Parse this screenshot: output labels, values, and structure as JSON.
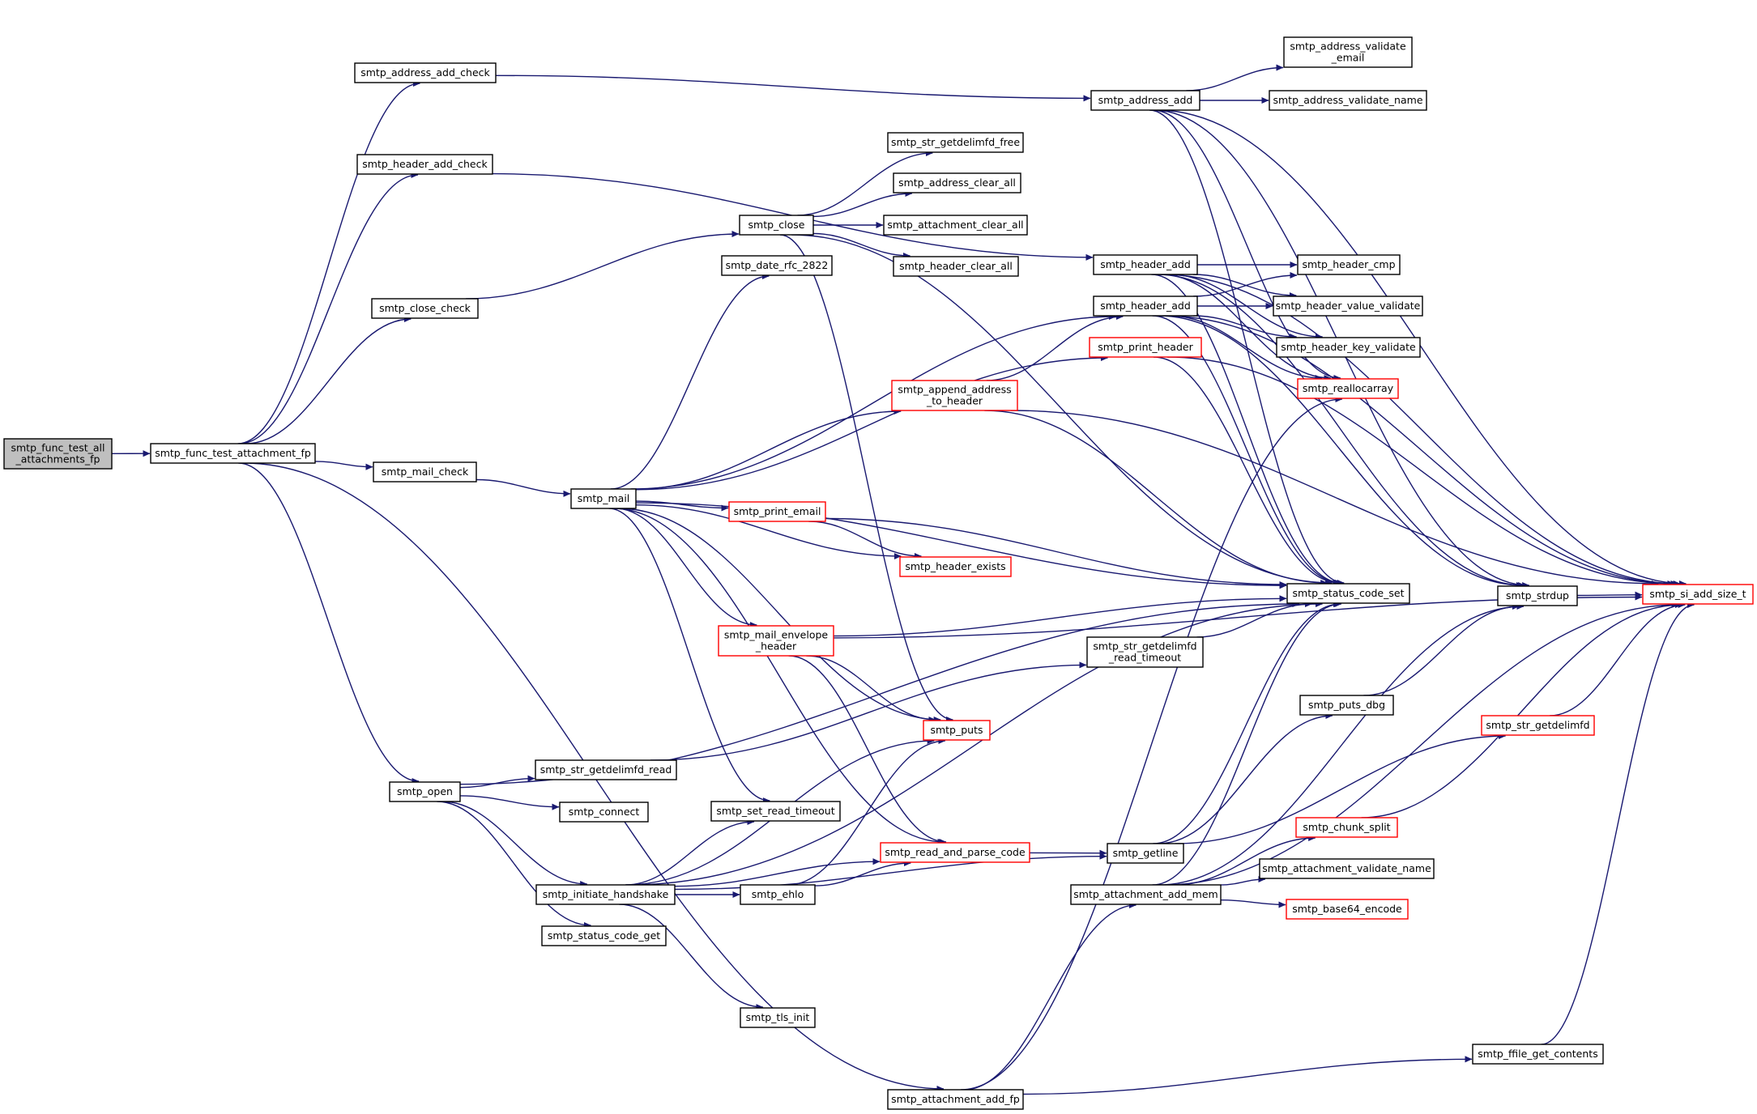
{
  "diagram": {
    "type": "call-graph",
    "edge_color": "#191970",
    "nodes": [
      {
        "id": "root",
        "lines": [
          "smtp_func_test_all",
          "_attachments_fp"
        ],
        "style": "root"
      },
      {
        "id": "test_attachment_fp",
        "lines": [
          "smtp_func_test_attachment_fp"
        ],
        "style": "normal"
      },
      {
        "id": "address_add_check",
        "lines": [
          "smtp_address_add_check"
        ],
        "style": "normal"
      },
      {
        "id": "header_add_check",
        "lines": [
          "smtp_header_add_check"
        ],
        "style": "normal"
      },
      {
        "id": "close_check",
        "lines": [
          "smtp_close_check"
        ],
        "style": "normal"
      },
      {
        "id": "mail_check",
        "lines": [
          "smtp_mail_check"
        ],
        "style": "normal"
      },
      {
        "id": "open",
        "lines": [
          "smtp_open"
        ],
        "style": "normal"
      },
      {
        "id": "attachment_add_fp",
        "lines": [
          "smtp_attachment_add_fp"
        ],
        "style": "normal"
      },
      {
        "id": "mail",
        "lines": [
          "smtp_mail"
        ],
        "style": "normal"
      },
      {
        "id": "close",
        "lines": [
          "smtp_close"
        ],
        "style": "normal"
      },
      {
        "id": "date_rfc_2822",
        "lines": [
          "smtp_date_rfc_2822"
        ],
        "style": "normal"
      },
      {
        "id": "print_email",
        "lines": [
          "smtp_print_email"
        ],
        "style": "red"
      },
      {
        "id": "mail_envelope_header",
        "lines": [
          "smtp_mail_envelope",
          "_header"
        ],
        "style": "red"
      },
      {
        "id": "str_getdelimfd_read",
        "lines": [
          "smtp_str_getdelimfd_read"
        ],
        "style": "normal"
      },
      {
        "id": "connect",
        "lines": [
          "smtp_connect"
        ],
        "style": "normal"
      },
      {
        "id": "initiate_handshake",
        "lines": [
          "smtp_initiate_handshake"
        ],
        "style": "normal"
      },
      {
        "id": "status_code_get",
        "lines": [
          "smtp_status_code_get"
        ],
        "style": "normal"
      },
      {
        "id": "str_getdelimfd_free",
        "lines": [
          "smtp_str_getdelimfd_free"
        ],
        "style": "normal"
      },
      {
        "id": "address_clear_all",
        "lines": [
          "smtp_address_clear_all"
        ],
        "style": "normal"
      },
      {
        "id": "attachment_clear_all",
        "lines": [
          "smtp_attachment_clear_all"
        ],
        "style": "normal"
      },
      {
        "id": "header_clear_all",
        "lines": [
          "smtp_header_clear_all"
        ],
        "style": "normal"
      },
      {
        "id": "append_address_to_header",
        "lines": [
          "smtp_append_address",
          "_to_header"
        ],
        "style": "red"
      },
      {
        "id": "header_exists",
        "lines": [
          "smtp_header_exists"
        ],
        "style": "red"
      },
      {
        "id": "puts",
        "lines": [
          "smtp_puts"
        ],
        "style": "red"
      },
      {
        "id": "set_read_timeout",
        "lines": [
          "smtp_set_read_timeout"
        ],
        "style": "normal"
      },
      {
        "id": "read_and_parse_code",
        "lines": [
          "smtp_read_and_parse_code"
        ],
        "style": "red"
      },
      {
        "id": "ehlo",
        "lines": [
          "smtp_ehlo"
        ],
        "style": "normal"
      },
      {
        "id": "tls_init",
        "lines": [
          "smtp_tls_init"
        ],
        "style": "normal"
      },
      {
        "id": "address_add",
        "lines": [
          "smtp_address_add"
        ],
        "style": "normal"
      },
      {
        "id": "header_add_a",
        "lines": [
          "smtp_header_add"
        ],
        "style": "normal"
      },
      {
        "id": "header_add_b",
        "lines": [
          "smtp_header_add"
        ],
        "style": "normal"
      },
      {
        "id": "print_header",
        "lines": [
          "smtp_print_header"
        ],
        "style": "red"
      },
      {
        "id": "str_getdelimfd_read_timeout",
        "lines": [
          "smtp_str_getdelimfd",
          "_read_timeout"
        ],
        "style": "normal"
      },
      {
        "id": "getline",
        "lines": [
          "smtp_getline"
        ],
        "style": "normal"
      },
      {
        "id": "attachment_add_mem",
        "lines": [
          "smtp_attachment_add_mem"
        ],
        "style": "normal"
      },
      {
        "id": "address_validate_email",
        "lines": [
          "smtp_address_validate",
          "_email"
        ],
        "style": "normal"
      },
      {
        "id": "address_validate_name",
        "lines": [
          "smtp_address_validate_name"
        ],
        "style": "normal"
      },
      {
        "id": "header_cmp",
        "lines": [
          "smtp_header_cmp"
        ],
        "style": "normal"
      },
      {
        "id": "header_value_validate",
        "lines": [
          "smtp_header_value_validate"
        ],
        "style": "normal"
      },
      {
        "id": "header_key_validate",
        "lines": [
          "smtp_header_key_validate"
        ],
        "style": "normal"
      },
      {
        "id": "reallocarray",
        "lines": [
          "smtp_reallocarray"
        ],
        "style": "red"
      },
      {
        "id": "status_code_set",
        "lines": [
          "smtp_status_code_set"
        ],
        "style": "normal"
      },
      {
        "id": "puts_dbg",
        "lines": [
          "smtp_puts_dbg"
        ],
        "style": "normal"
      },
      {
        "id": "chunk_split",
        "lines": [
          "smtp_chunk_split"
        ],
        "style": "red"
      },
      {
        "id": "attachment_validate_name",
        "lines": [
          "smtp_attachment_validate_name"
        ],
        "style": "normal"
      },
      {
        "id": "base64_encode",
        "lines": [
          "smtp_base64_encode"
        ],
        "style": "red"
      },
      {
        "id": "strdup",
        "lines": [
          "smtp_strdup"
        ],
        "style": "normal"
      },
      {
        "id": "str_getdelimfd",
        "lines": [
          "smtp_str_getdelimfd"
        ],
        "style": "red"
      },
      {
        "id": "ffile_get_contents",
        "lines": [
          "smtp_ffile_get_contents"
        ],
        "style": "normal"
      },
      {
        "id": "si_add_size_t",
        "lines": [
          "smtp_si_add_size_t"
        ],
        "style": "red"
      }
    ],
    "edges": [
      [
        "root",
        "test_attachment_fp"
      ],
      [
        "test_attachment_fp",
        "address_add_check"
      ],
      [
        "test_attachment_fp",
        "header_add_check"
      ],
      [
        "test_attachment_fp",
        "close_check"
      ],
      [
        "test_attachment_fp",
        "mail_check"
      ],
      [
        "test_attachment_fp",
        "open"
      ],
      [
        "test_attachment_fp",
        "attachment_add_fp"
      ],
      [
        "address_add_check",
        "address_add"
      ],
      [
        "header_add_check",
        "header_add_a"
      ],
      [
        "close_check",
        "close"
      ],
      [
        "mail_check",
        "mail"
      ],
      [
        "close",
        "str_getdelimfd_free"
      ],
      [
        "close",
        "address_clear_all"
      ],
      [
        "close",
        "attachment_clear_all"
      ],
      [
        "close",
        "header_clear_all"
      ],
      [
        "close",
        "puts"
      ],
      [
        "close",
        "status_code_set"
      ],
      [
        "mail",
        "date_rfc_2822"
      ],
      [
        "mail",
        "header_add_b"
      ],
      [
        "mail",
        "print_header"
      ],
      [
        "mail",
        "append_address_to_header"
      ],
      [
        "mail",
        "print_email"
      ],
      [
        "mail",
        "header_exists"
      ],
      [
        "mail",
        "mail_envelope_header"
      ],
      [
        "mail",
        "puts"
      ],
      [
        "mail",
        "set_read_timeout"
      ],
      [
        "mail",
        "read_and_parse_code"
      ],
      [
        "mail",
        "status_code_set"
      ],
      [
        "print_email",
        "header_exists"
      ],
      [
        "print_email",
        "status_code_set"
      ],
      [
        "append_address_to_header",
        "header_add_b"
      ],
      [
        "append_address_to_header",
        "status_code_set"
      ],
      [
        "append_address_to_header",
        "si_add_size_t"
      ],
      [
        "mail_envelope_header",
        "puts"
      ],
      [
        "mail_envelope_header",
        "read_and_parse_code"
      ],
      [
        "mail_envelope_header",
        "status_code_set"
      ],
      [
        "mail_envelope_header",
        "si_add_size_t"
      ],
      [
        "open",
        "status_code_set"
      ],
      [
        "open",
        "str_getdelimfd_read"
      ],
      [
        "open",
        "connect"
      ],
      [
        "open",
        "initiate_handshake"
      ],
      [
        "open",
        "status_code_get"
      ],
      [
        "str_getdelimfd_read",
        "str_getdelimfd_read_timeout"
      ],
      [
        "str_getdelimfd_read_timeout",
        "status_code_set"
      ],
      [
        "initiate_handshake",
        "set_read_timeout"
      ],
      [
        "initiate_handshake",
        "puts"
      ],
      [
        "initiate_handshake",
        "ehlo"
      ],
      [
        "initiate_handshake",
        "read_and_parse_code"
      ],
      [
        "initiate_handshake",
        "status_code_set"
      ],
      [
        "initiate_handshake",
        "tls_init"
      ],
      [
        "initiate_handshake",
        "getline"
      ],
      [
        "ehlo",
        "puts"
      ],
      [
        "ehlo",
        "read_and_parse_code"
      ],
      [
        "read_and_parse_code",
        "getline"
      ],
      [
        "getline",
        "status_code_set"
      ],
      [
        "getline",
        "puts_dbg"
      ],
      [
        "getline",
        "str_getdelimfd"
      ],
      [
        "puts_dbg",
        "strdup"
      ],
      [
        "attachment_add_fp",
        "attachment_add_mem"
      ],
      [
        "attachment_add_fp",
        "ffile_get_contents"
      ],
      [
        "attachment_add_fp",
        "reallocarray"
      ],
      [
        "attachment_add_mem",
        "chunk_split"
      ],
      [
        "attachment_add_mem",
        "attachment_validate_name"
      ],
      [
        "attachment_add_mem",
        "base64_encode"
      ],
      [
        "attachment_add_mem",
        "status_code_set"
      ],
      [
        "attachment_add_mem",
        "strdup"
      ],
      [
        "attachment_add_mem",
        "si_add_size_t"
      ],
      [
        "address_add",
        "address_validate_email"
      ],
      [
        "address_add",
        "address_validate_name"
      ],
      [
        "address_add",
        "strdup"
      ],
      [
        "address_add",
        "reallocarray"
      ],
      [
        "address_add",
        "status_code_set"
      ],
      [
        "address_add",
        "si_add_size_t"
      ],
      [
        "header_add_a",
        "header_cmp"
      ],
      [
        "header_add_a",
        "header_value_validate"
      ],
      [
        "header_add_a",
        "header_key_validate"
      ],
      [
        "header_add_a",
        "reallocarray"
      ],
      [
        "header_add_a",
        "status_code_set"
      ],
      [
        "header_add_a",
        "strdup"
      ],
      [
        "header_add_a",
        "si_add_size_t"
      ],
      [
        "header_add_b",
        "header_cmp"
      ],
      [
        "header_add_b",
        "header_value_validate"
      ],
      [
        "header_add_b",
        "header_key_validate"
      ],
      [
        "header_add_b",
        "reallocarray"
      ],
      [
        "header_add_b",
        "status_code_set"
      ],
      [
        "header_add_b",
        "strdup"
      ],
      [
        "header_add_b",
        "si_add_size_t"
      ],
      [
        "print_header",
        "status_code_set"
      ],
      [
        "print_header",
        "si_add_size_t"
      ],
      [
        "chunk_split",
        "si_add_size_t"
      ],
      [
        "strdup",
        "si_add_size_t"
      ],
      [
        "str_getdelimfd",
        "si_add_size_t"
      ],
      [
        "ffile_get_contents",
        "si_add_size_t"
      ]
    ]
  }
}
